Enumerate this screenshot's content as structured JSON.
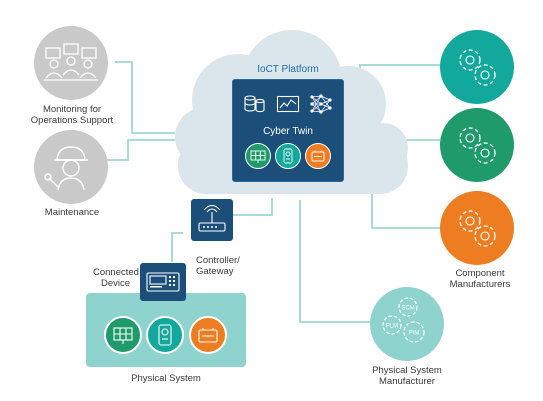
{
  "cloud": {
    "platform_title": "IoCT Platform",
    "cyber_twin_label": "Cyber Twin"
  },
  "actors": {
    "monitoring_line1": "Monitoring for",
    "monitoring_line2": "Operations Support",
    "maintenance": "Maintenance",
    "component_line1": "Component",
    "component_line2": "Manufacturers",
    "physical_mfr_line1": "Physical System",
    "physical_mfr_line2": "Manufacturer",
    "plm_tags": [
      "SCM",
      "PLM",
      "PIM"
    ]
  },
  "devices": {
    "controller_line1": "Controller/",
    "controller_line2": "Gateway",
    "connected_line1": "Connected",
    "connected_line2": "Device"
  },
  "physical_system": {
    "label": "Physical System"
  },
  "colors": {
    "connector": "#a8dcd9",
    "cloud": "#dbe6ec",
    "navy": "#1b4f7a",
    "teal": "#12a99c",
    "green": "#1f9a6a",
    "orange": "#ee7d22",
    "grey": "#c9c9c9",
    "physical_bg": "#8fd3cf"
  },
  "icons": {
    "platform": [
      "database-icon",
      "analytics-chart-icon",
      "neural-network-icon"
    ],
    "cyber_twin": [
      "solar-panel-icon",
      "meter-icon",
      "battery-icon"
    ],
    "physical": [
      "solar-panel-icon",
      "meter-icon",
      "battery-icon"
    ]
  }
}
